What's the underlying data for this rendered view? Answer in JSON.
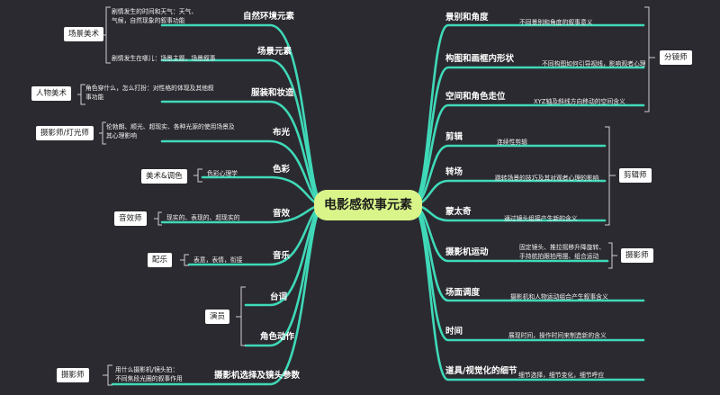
{
  "center": "电影感叙事元素",
  "left": [
    {
      "id": "l1",
      "label": "自然环境元素",
      "note": [
        "剧情发生的时间和天气：天气、",
        "气候，自然现象的叙事功能"
      ]
    },
    {
      "id": "l2",
      "label": "场景元素",
      "note": [
        "剧情发生在哪儿：场景主题，场景叙事"
      ]
    },
    {
      "id": "l3",
      "label": "服装和妆造",
      "note": [
        "角色穿什么，怎么打扮：对性格的体现及其他叙",
        "事功能"
      ]
    },
    {
      "id": "l4",
      "label": "布光",
      "note": [
        "伦勃朗、顺光、超现实、各种光源的使用场景及",
        "其心理影响"
      ]
    },
    {
      "id": "l5",
      "label": "色彩",
      "note": [
        "色彩心理学"
      ]
    },
    {
      "id": "l6",
      "label": "音效",
      "note": [
        "现实的、表现的、超现实的"
      ]
    },
    {
      "id": "l7",
      "label": "音乐",
      "note": [
        "表意，表情，衔接"
      ]
    },
    {
      "id": "l8",
      "label": "台词",
      "note": []
    },
    {
      "id": "l9",
      "label": "角色动作",
      "note": []
    },
    {
      "id": "l10",
      "label": "摄影机选择及镜头参数",
      "note": [
        "用什么摄影机/镜头拍：",
        "不同焦段光圈的叙事作用"
      ]
    }
  ],
  "right": [
    {
      "id": "r1",
      "label": "景别和角度",
      "note": [
        "不同景别和角度的叙事意义"
      ]
    },
    {
      "id": "r2",
      "label": "构图和画框内形状",
      "note": [
        "不同构图如何引导视线，影响观者心理"
      ]
    },
    {
      "id": "r3",
      "label": "空间和角色走位",
      "note": [
        "XYZ轴及斜线方向移动的空间含义"
      ]
    },
    {
      "id": "r4",
      "label": "剪辑",
      "note": [
        "连续性剪辑"
      ]
    },
    {
      "id": "r5",
      "label": "转场",
      "note": [
        "跳转场景的技巧及其对观者心理的影响"
      ]
    },
    {
      "id": "r6",
      "label": "蒙太奇",
      "note": [
        "通过镜头组接产生新的含义"
      ]
    },
    {
      "id": "r7",
      "label": "摄影机运动",
      "note": [
        "固定镜头、推拉摇移升降旋转、",
        "手持航拍跟拍甩摆、组合运动"
      ]
    },
    {
      "id": "r8",
      "label": "场面调度",
      "note": [
        "摄影机和人物运动组合产生叙事含义"
      ]
    },
    {
      "id": "r9",
      "label": "时间",
      "note": [
        "展现时间，操作时间来制造新的含义"
      ]
    },
    {
      "id": "r10",
      "label": "道具/视觉化的细节",
      "note": [
        "细节选择，细节变化，细节呼应"
      ]
    }
  ],
  "tags": {
    "t1": "场景美术",
    "t2": "人物美术",
    "t3": "摄影师/灯光师",
    "t4": "美术&调色",
    "t5": "音效师",
    "t6": "配乐",
    "t7": "演员",
    "t8": "摄影师",
    "t9": "分镜师",
    "t10": "剪辑师",
    "t11": "摄影师"
  },
  "colors": {
    "background": "#2b2a30",
    "branch": "#3fd9b8",
    "center_fill": "#d9f58a",
    "tag_fill": "#ffffff"
  }
}
